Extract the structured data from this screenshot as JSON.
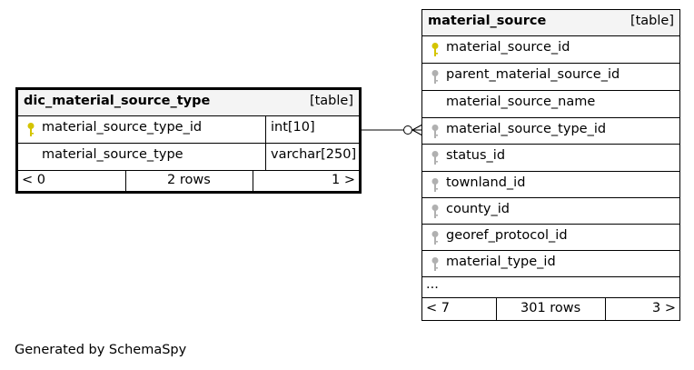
{
  "main_table": {
    "name": "dic_material_source_type",
    "kind": "[table]",
    "columns": [
      {
        "name": "material_source_type_id",
        "type": "int[10]",
        "key": "primary"
      },
      {
        "name": "material_source_type",
        "type": "varchar[250]",
        "key": "none"
      }
    ],
    "footer": {
      "left": "< 0",
      "rows": "2 rows",
      "right": "1 >"
    }
  },
  "related_table": {
    "name": "material_source",
    "kind": "[table]",
    "columns": [
      {
        "name": "material_source_id",
        "key": "primary"
      },
      {
        "name": "parent_material_source_id",
        "key": "foreign"
      },
      {
        "name": "material_source_name",
        "key": "none"
      },
      {
        "name": "material_source_type_id",
        "key": "foreign"
      },
      {
        "name": "status_id",
        "key": "foreign"
      },
      {
        "name": "townland_id",
        "key": "foreign"
      },
      {
        "name": "county_id",
        "key": "foreign"
      },
      {
        "name": "georef_protocol_id",
        "key": "foreign"
      },
      {
        "name": "material_type_id",
        "key": "foreign"
      }
    ],
    "ellipsis": "...",
    "footer": {
      "left": "< 7",
      "rows": "301 rows",
      "right": "3 >"
    }
  },
  "relationship": {
    "from": "material_source.material_source_type_id",
    "to": "dic_material_source_type.material_source_type_id",
    "cardinality": "zero-or-many to one"
  },
  "generated_by": "Generated by SchemaSpy",
  "colors": {
    "primary_key": "#d4c400",
    "foreign_key": "#b0b0b0",
    "header_bg": "#f4f4f4"
  }
}
